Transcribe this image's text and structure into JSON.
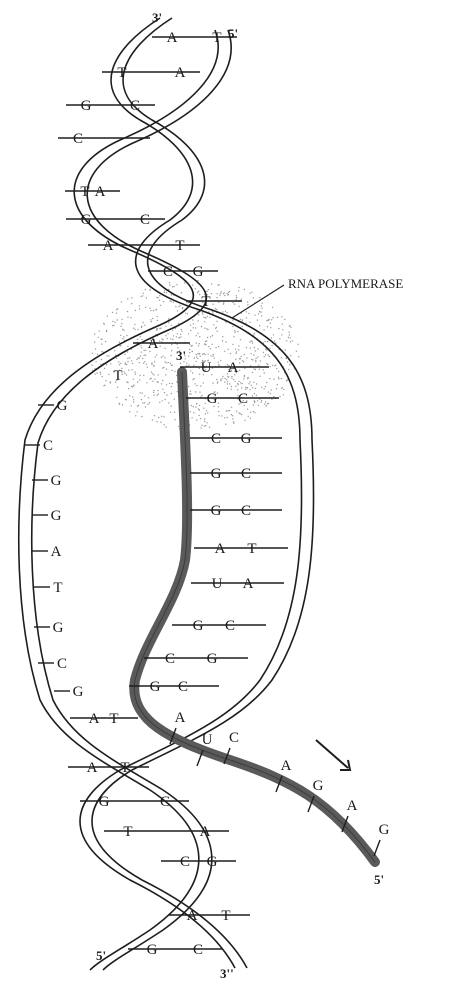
{
  "labels": {
    "rna_polymerase": "RNA POLYMERASE",
    "top_3": "3'",
    "top_5": "5'",
    "bottom_5": "5'",
    "bottom_3": "3''",
    "rna_3": "3'",
    "rna_5": "5'"
  },
  "base_pairs_top": [
    {
      "left": "A",
      "right": "T"
    },
    {
      "left": "T",
      "right": "A"
    },
    {
      "left": "G",
      "right": "C"
    },
    {
      "left": "C",
      "right": ""
    },
    {
      "left": "T",
      "right": "A"
    },
    {
      "left": "G",
      "right": "C"
    },
    {
      "left": "A",
      "right": "T"
    },
    {
      "left": "C",
      "right": "G"
    },
    {
      "left": "T",
      "right": ""
    },
    {
      "left": "A",
      "right": ""
    }
  ],
  "template_strand_bases": [
    "G",
    "C",
    "G",
    "G",
    "A",
    "T",
    "G",
    "C",
    "G"
  ],
  "left_unpaired": [
    "T"
  ],
  "hybrid_pairs": [
    {
      "left": "U",
      "right": "A"
    },
    {
      "left": "G",
      "right": "C"
    },
    {
      "left": "C",
      "right": "G"
    },
    {
      "left": "G",
      "right": "C"
    },
    {
      "left": "G",
      "right": "C"
    },
    {
      "left": "A",
      "right": "T"
    },
    {
      "left": "U",
      "right": "A"
    },
    {
      "left": "G",
      "right": "C"
    },
    {
      "left": "C",
      "right": "G"
    },
    {
      "left": "G",
      "right": "C"
    }
  ],
  "rna_tail_bases": [
    "A",
    "U",
    "C",
    "A",
    "G",
    "A",
    "G"
  ],
  "base_pairs_bottom": [
    {
      "left": "A",
      "right": "T"
    },
    {
      "left": "A",
      "right": "T"
    },
    {
      "left": "G",
      "right": "C"
    },
    {
      "left": "T",
      "right": "A"
    },
    {
      "left": "C",
      "right": "G"
    },
    {
      "left": "A",
      "right": "T"
    },
    {
      "left": "G",
      "right": "C"
    }
  ],
  "colors": {
    "ink": "#1e1e1e",
    "rna_strand": "#5a5a5a",
    "polymerase_stipple": "#9a9a9a"
  }
}
